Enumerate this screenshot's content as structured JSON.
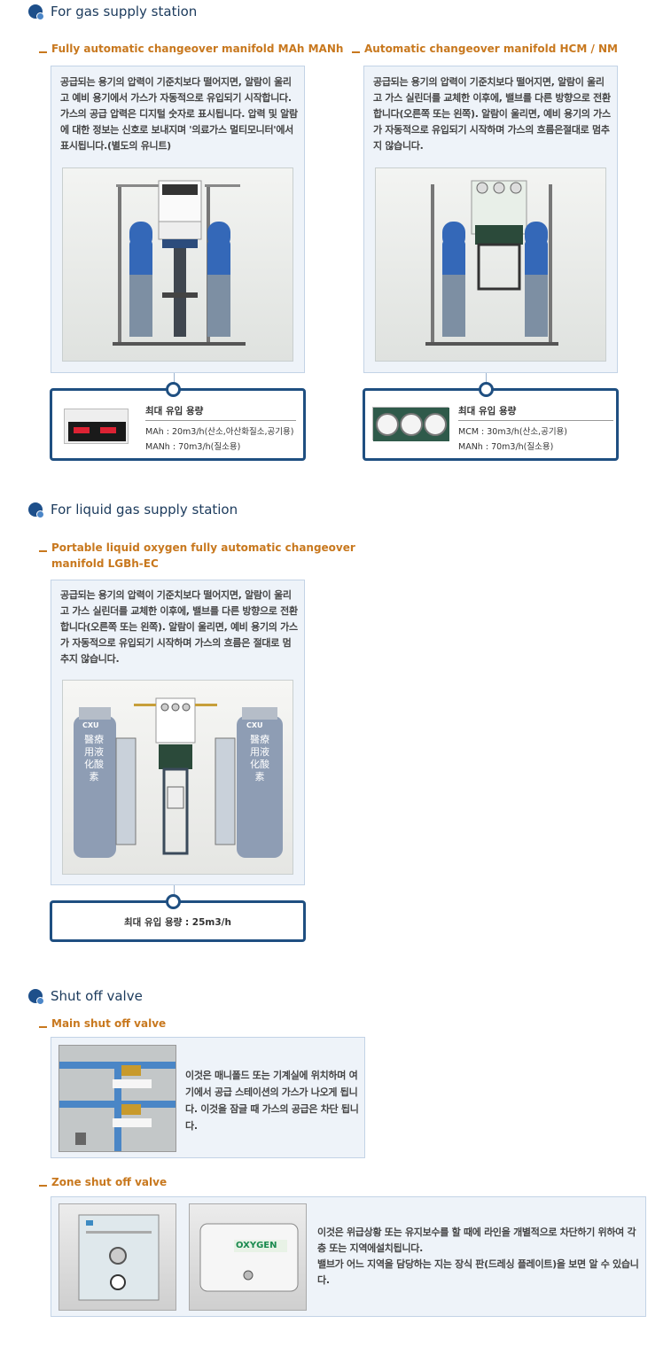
{
  "gas_section": {
    "title": "For gas supply station",
    "mah": {
      "title": "Fully automatic changeover manifold MAh MANh",
      "desc": "공급되는 용기의 압력이 기준치보다 떨어지면, 알람이 울리고 예비 용기에서 가스가 자동적으로 유입되기 시작합니다. 가스의 공급 압력은 디지털 숫자로 표시됩니다. 압력 및 알람에 대한 정보는 신호로 보내지며 '의료가스 멀티모니터'에서 표시됩니다.(별도의 유니트)",
      "spec_title": "최대 유입 용량",
      "spec_lines": [
        "MAh : 20m3/h(산소,아산화질소,공기용)",
        "MANh : 70m3/h(질소용)"
      ]
    },
    "hcm": {
      "title": "Automatic changeover manifold HCM / NM",
      "desc": "공급되는 용기의 압력이 기준치보다 떨어지면, 알람이 울리고 가스 실린더를 교체한 이후에, 밸브를 다른 방향으로 전환합니다(오른쪽 또는 왼쪽). 알람이 울리면, 예비 용기의 가스가 자동적으로 유입되기 시작하며 가스의 흐름은절대로 멈추지 않습니다.",
      "spec_title": "최대 유입 용량",
      "spec_lines": [
        "MCM : 30m3/h(산소,공기용)",
        "MANh : 70m3/h(질소용)"
      ]
    }
  },
  "liquid_section": {
    "title": "For liquid gas supply station",
    "lgbh": {
      "title_line1": "Portable liquid oxygen fully automatic changeover",
      "title_line2": "manifold LGBh-EC",
      "desc": "공급되는 용기의 압력이 기준치보다 떨어지면, 알람이 울리고 가스 실린더를 교체한 이후에, 밸브를 다른 방향으로 전환합니다(오른쪽 또는 왼쪽). 알람이 울리면, 예비 용기의 가스가 자동적으로 유입되기 시작하며 가스의 흐름은 절대로 멈추지 않습니다.",
      "spec": "최대 유입 용량 : 25m3/h",
      "tank_label": "醫療用液化酸素",
      "tank_logo": "CXU"
    }
  },
  "valve_section": {
    "title": "Shut off valve",
    "main": {
      "title": "Main shut off valve",
      "desc": "이것은 매니폴드 또는 기계실에 위치하며 여기에서 공급 스테이션의 가스가 나오게 됩니다. 이것을 잠글 때 가스의 공급은 차단 됩니다."
    },
    "zone": {
      "title": "Zone shut off valve",
      "desc_line1": "이것은 위급상황 또는 유지보수를 할 때에 라인을 개별적으로 차단하기 위하여 각 층 또는 지역에설치됩니다.",
      "desc_line2": "밸브가 어느 지역을 담당하는 지는 장식 판(드레싱 플레이트)을 보면 알 수 있습니다.",
      "oxygen_label": "OXYGEN"
    }
  },
  "colors": {
    "heading": "#1b3a5c",
    "accent": "#c8781e",
    "frame": "#1f4f81",
    "box_bg": "#eef3f9"
  }
}
